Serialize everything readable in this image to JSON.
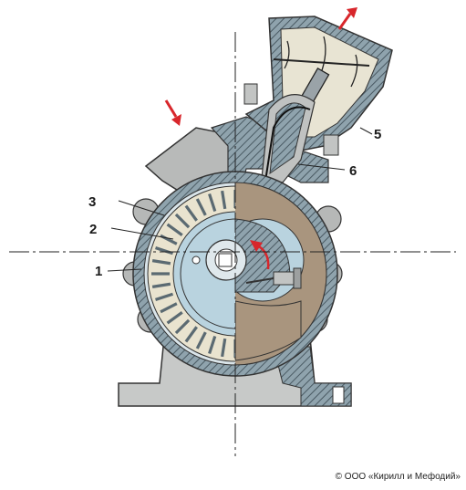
{
  "diagram": {
    "callouts": [
      {
        "id": "1",
        "text": "1"
      },
      {
        "id": "2",
        "text": "2"
      },
      {
        "id": "3",
        "text": "3"
      },
      {
        "id": "5",
        "text": "5"
      },
      {
        "id": "6",
        "text": "6"
      }
    ],
    "copyright": "© ООО «Кирилл и Мефодий»",
    "colors": {
      "housing": "#8fa3ad",
      "housing_dark": "#4a5a63",
      "rotor_blue": "#b9d3df",
      "stator_light": "#e9e3cf",
      "brown": "#a9957e",
      "arrow": "#d8262b",
      "line": "#222222"
    }
  }
}
